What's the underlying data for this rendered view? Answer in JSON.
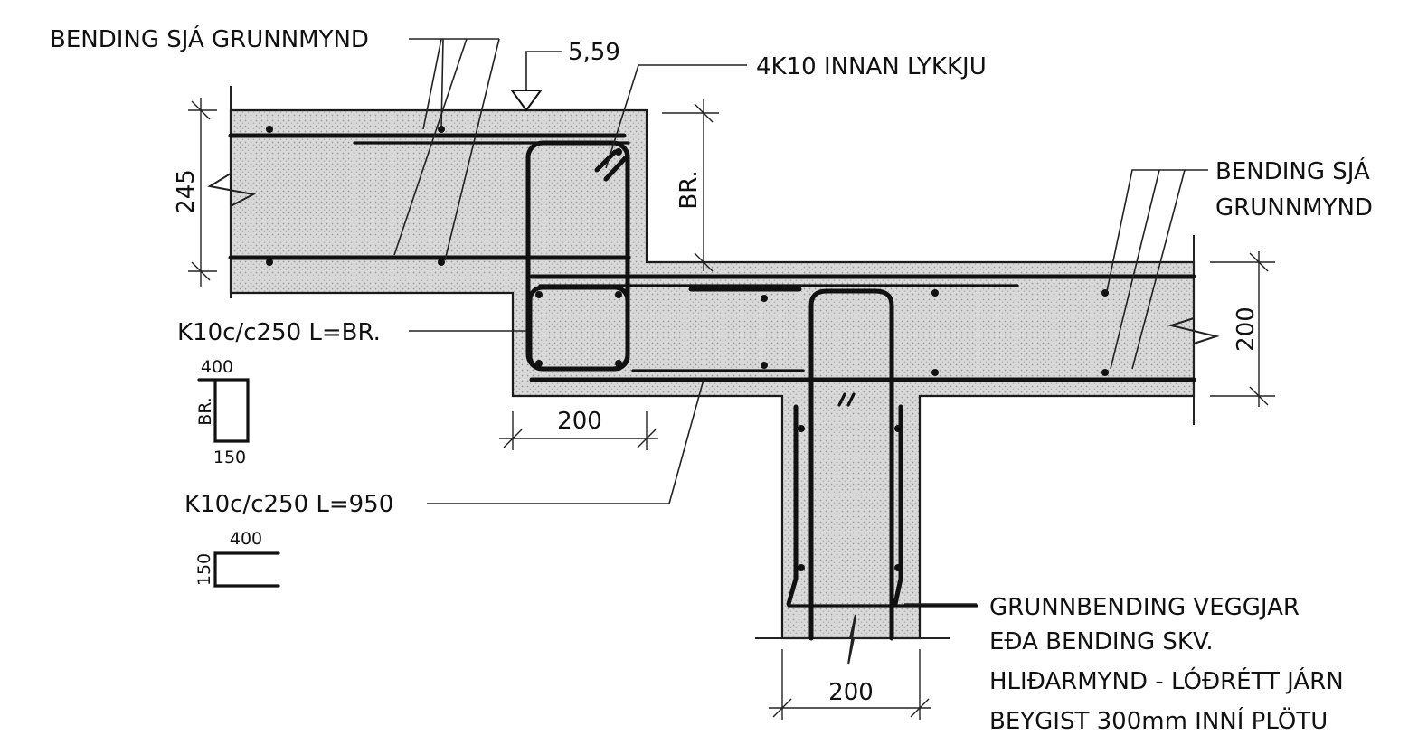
{
  "labels": {
    "bending_top_left": "BENDING SJÁ GRUNNMYND",
    "level": "5,59",
    "inner_bars": "4K10 INNAN LYKKJU",
    "bending_right_line1": "BENDING SJÁ",
    "bending_right_line2": "GRUNNMYND",
    "stirrup_label": "K10c/c250 L=BR.",
    "ubar_label": "K10c/c250 L=950",
    "wall_note_line1": "GRUNNBENDING VEGGJAR",
    "wall_note_line2": "EÐA BENDING SKV.",
    "wall_note_line3": "HLIÐARMYND - LÓÐRÉTT JÁRN",
    "wall_note_line4": "BEYGIST 300mm INNÍ PLÖTU"
  },
  "dimensions": {
    "left_slab_thickness": "245",
    "step_height": "BR.",
    "right_slab_thickness": "200",
    "beam_width": "200",
    "wall_width": "200"
  },
  "bending_shapes": {
    "stirrup": {
      "top": "400",
      "side": "BR.",
      "bottom": "150"
    },
    "ubar": {
      "top": "400",
      "side": "150"
    }
  }
}
